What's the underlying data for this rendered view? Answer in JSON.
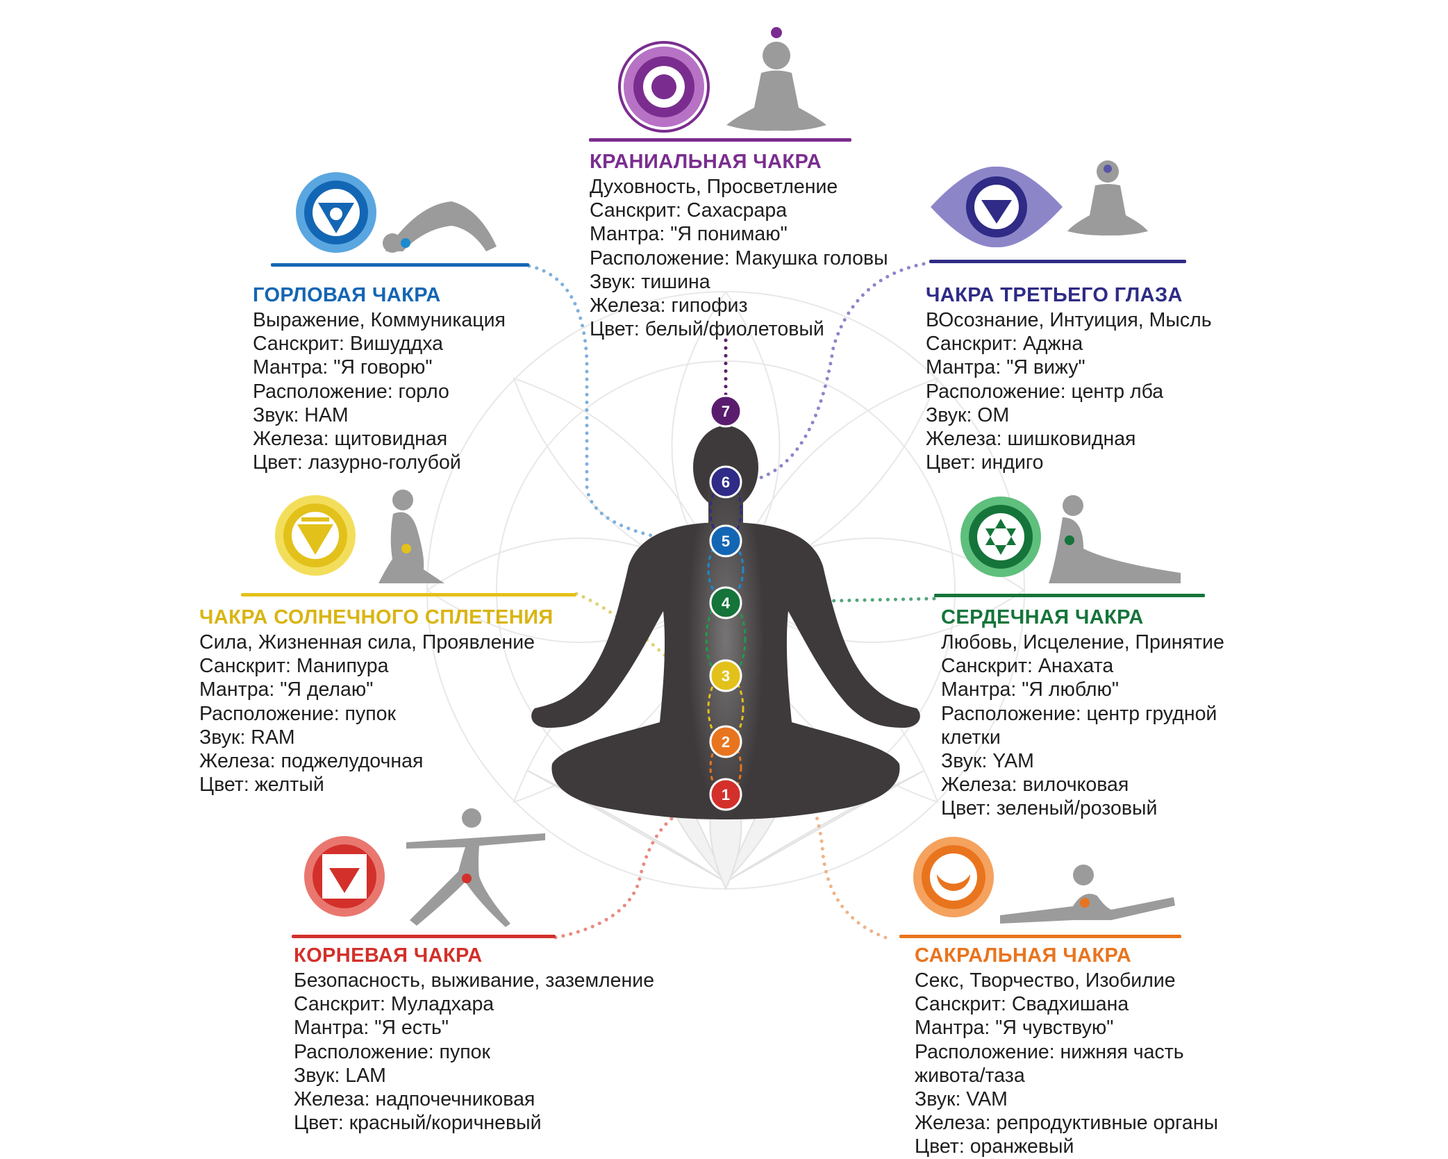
{
  "colors": {
    "crown": "#7a2d8f",
    "third_eye": "#2f2b86",
    "throat": "#1366b4",
    "heart": "#15743a",
    "solar": "#e3c11b",
    "sacral": "#e9741e",
    "root": "#d3302b",
    "silhouette": "#3e3a3b",
    "pose": "#9b9b9b"
  },
  "chakras": {
    "crown": {
      "title": "КРАНИАЛЬНАЯ ЧАКРА",
      "lines": [
        "Духовность, Просветление",
        "Санскрит: Сахасрара",
        "Мантра: \"Я понимаю\"",
        "Расположение: Макушка головы",
        "Звук: тишина",
        "Железа: гипофиз",
        "Цвет: белый/фиолетовый"
      ]
    },
    "throat": {
      "title": "ГОРЛОВАЯ ЧАКРА",
      "lines": [
        "Выражение, Коммуникация",
        "Санскрит: Вишуддха",
        "Мантра: \"Я говорю\"",
        "Расположение: горло",
        "Звук: HAM",
        "Железа: щитовидная",
        "Цвет: лазурно-голубой"
      ]
    },
    "third_eye": {
      "title": "ЧАКРА ТРЕТЬЕГО ГЛАЗА",
      "lines": [
        "ВОсознание, Интуиция, Мысль",
        "Санскрит: Аджна",
        "Мантра: \"Я вижу\"",
        "Расположение: центр лба",
        "Звук: OM",
        "Железа: шишковидная",
        "Цвет: индиго"
      ]
    },
    "solar": {
      "title": "ЧАКРА СОЛНЕЧНОГО СПЛЕТЕНИЯ",
      "lines": [
        "Сила, Жизненная сила, Проявление",
        "Санскрит: Манипура",
        "Мантра: \"Я делаю\"",
        "Расположение: пупок",
        "Звук: RAM",
        "Железа: поджелудочная",
        "Цвет: желтый"
      ]
    },
    "heart": {
      "title": "СЕРДЕЧНАЯ ЧАКРА",
      "lines": [
        "Любовь, Исцеление, Принятие",
        "Санскрит: Анахата",
        "Мантра: \"Я люблю\"",
        "Расположение: центр грудной",
        "клетки",
        "Звук: YAM",
        "Железа: вилочковая",
        "Цвет: зеленый/розовый"
      ]
    },
    "root": {
      "title": "КОРНЕВАЯ ЧАКРА",
      "lines": [
        "Безопасность, выживание, заземление",
        "Санскрит: Муладхара",
        "Мантра: \"Я есть\"",
        "Расположение: пупок",
        "Звук: LAM",
        "Железа: надпочечниковая",
        "Цвет: красный/коричневый"
      ]
    },
    "sacral": {
      "title": "САКРАЛЬНАЯ ЧАКРА",
      "lines": [
        "Секс, Творчество, Изобилие",
        "Санскрит: Свадхишана",
        "Мантра: \"Я чувствую\"",
        "Расположение: нижняя часть",
        "живота/таза",
        "Звук: VAM",
        "Железа: репродуктивные органы",
        "Цвет: оранжевый"
      ]
    }
  },
  "body_points": [
    {
      "num": "7",
      "color": "#5a1d6e"
    },
    {
      "num": "6",
      "color": "#2f2b86"
    },
    {
      "num": "5",
      "color": "#1366b4"
    },
    {
      "num": "4",
      "color": "#15743a"
    },
    {
      "num": "3",
      "color": "#e3c11b"
    },
    {
      "num": "2",
      "color": "#e9741e"
    },
    {
      "num": "1",
      "color": "#d3302b"
    }
  ]
}
